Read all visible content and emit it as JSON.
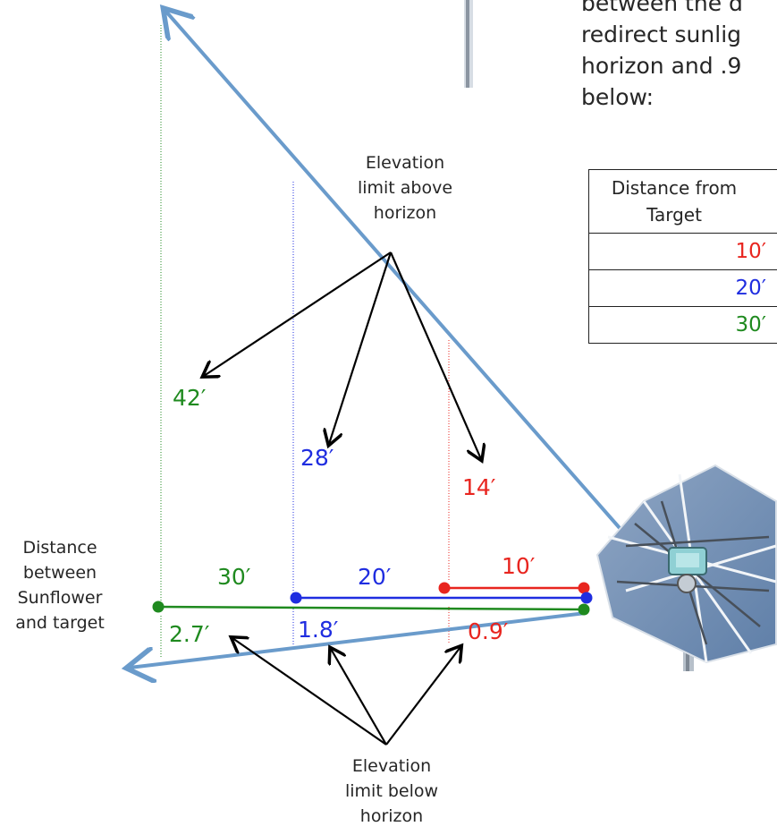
{
  "paragraph_lines": [
    "between the d",
    "redirect sunlig",
    "horizon and .9",
    "below:"
  ],
  "callouts": {
    "above": [
      "Elevation",
      "limit above",
      "horizon"
    ],
    "below": [
      "Elevation",
      "limit below",
      "horizon"
    ],
    "distance": [
      "Distance",
      "between",
      "Sunflower",
      "and target"
    ]
  },
  "above_limits": {
    "green": "42′",
    "blue": "28′",
    "red": "14′"
  },
  "distances": {
    "green": "30′",
    "blue": "20′",
    "red": "10′"
  },
  "below_limits": {
    "green": "2.7′",
    "blue": "1.8′",
    "red": "0.9′"
  },
  "table": {
    "header": [
      "Distance from",
      "Target"
    ],
    "rows": [
      {
        "value": "10′",
        "color": "#e8251f"
      },
      {
        "value": "20′",
        "color": "#1f2de0"
      },
      {
        "value": "30′",
        "color": "#1f8a1f"
      }
    ]
  },
  "colors": {
    "green": "#1f8a1f",
    "blue": "#1f2de0",
    "red": "#e8251f",
    "ray": "#6a9bcb",
    "text": "#262626",
    "arrow": "#000000"
  }
}
